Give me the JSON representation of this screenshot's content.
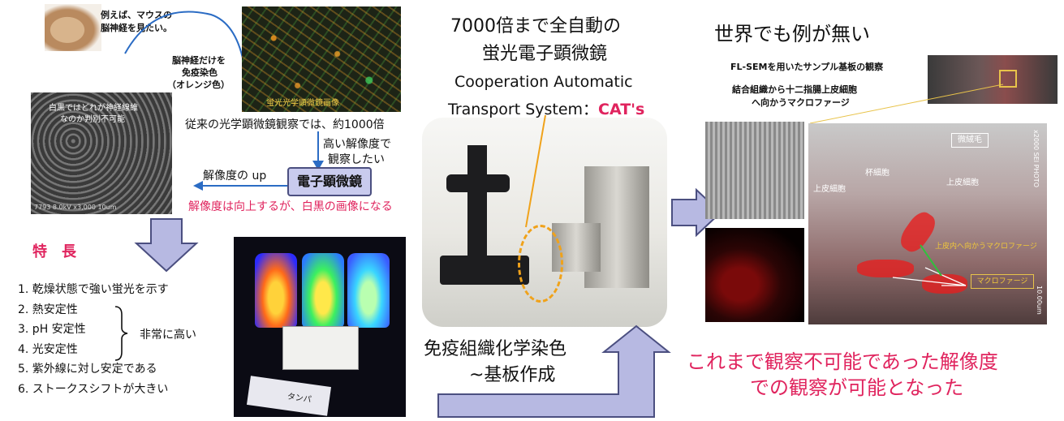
{
  "left_panel": {
    "mouse_caption_line1": "例えば、マウスの",
    "mouse_caption_line2": "脳神経を見たい。",
    "nerve_stain_line1": "脳神経だけを",
    "nerve_stain_line2": "免疫染色",
    "nerve_stain_line3": "（オレンジ色）",
    "fluor_image_label": "蛍光光学顕微鏡画像",
    "bw_caption_line1": "白黒ではどれが神経線維",
    "bw_caption_line2": "なのか判別不可能",
    "sem_bw_footer": "7793   8.0kV   x3,000   10um",
    "conventional_text": "従来の光学顕微鏡観察では、約1000倍",
    "high_res_line1": "高い解像度で",
    "high_res_line2": "観察したい",
    "resolution_up": "解像度の up",
    "electron_microscope": "電子顕微鏡",
    "bw_result": "解像度は向上するが、白黒の画像になる"
  },
  "features": {
    "title": "特　長",
    "items": [
      "1. 乾燥状態で強い蛍光を示す",
      "2. 熱安定性",
      "3. pH 安定性",
      "4. 光安定性",
      "5. 紫外線に対し安定である",
      "6. ストークスシフトが大きい"
    ],
    "bracket_label": "非常に高い",
    "kit_label": "タンパ"
  },
  "center_panel": {
    "title_line1": "7000倍まで全自動の",
    "title_line2": "蛍光電子顕微鏡",
    "system_line1": "Cooperation Automatic",
    "system_line2_prefix": "Transport System：",
    "system_abbrev": "CAT's",
    "process_line1": "免疫組織化学染色",
    "process_line2": "~基板作成"
  },
  "right_panel": {
    "title": "世界でも例が無い",
    "flsem_caption": "FL-SEMを用いたサンプル基板の観察",
    "tissue_caption_line1": "結合組織から十二指腸上皮細胞",
    "tissue_caption_line2": "へ向かうマクロファージ",
    "microvilli_label": "微絨毛",
    "goblet_label": "杯細胞",
    "epithelial_left": "上皮細胞",
    "epithelial_right": "上皮細胞",
    "macrophage_toward": "上皮内へ向かうマクロファージ",
    "macrophage_label": "マクロファージ",
    "side_scale": "x2000  SEI  PHOTO",
    "bottom_scale": "10.00um",
    "conclusion_line1": "これまで観察不可能であった解像度",
    "conclusion_line2": "での観察が可能となった"
  },
  "colors": {
    "arrow_fill": "#b7b9e2",
    "highlight": "#e0245e",
    "electron_box": "#c9cbee"
  }
}
